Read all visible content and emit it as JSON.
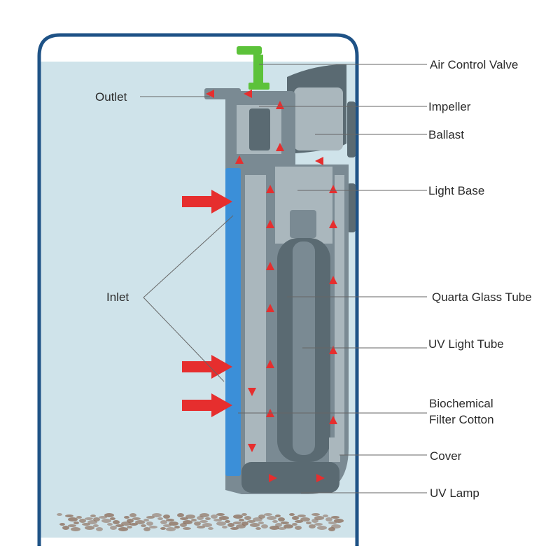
{
  "colors": {
    "water": "#cfe3ea",
    "tank_border": "#1e5286",
    "filter_dark": "#5a6a72",
    "filter_mid": "#7a8a93",
    "filter_light": "#aab7bd",
    "inlet_panel": "#3b8fd8",
    "flow_arrow": "#e62e2e",
    "valve_green": "#5cc23a",
    "leader_line": "#666666",
    "gravel": "#8a6a55"
  },
  "labels": {
    "air_control_valve": "Air Control Valve",
    "outlet": "Outlet",
    "impeller": "Impeller",
    "ballast": "Ballast",
    "light_base": "Light Base",
    "inlet": "Inlet",
    "quarta_glass_tube": "Quarta Glass Tube",
    "uv_light_tube": "UV Light Tube",
    "biochemical_filter_cotton_line1": "Biochemical",
    "biochemical_filter_cotton_line2": "Filter Cotton",
    "cover": "Cover",
    "uv_lamp": "UV Lamp"
  }
}
